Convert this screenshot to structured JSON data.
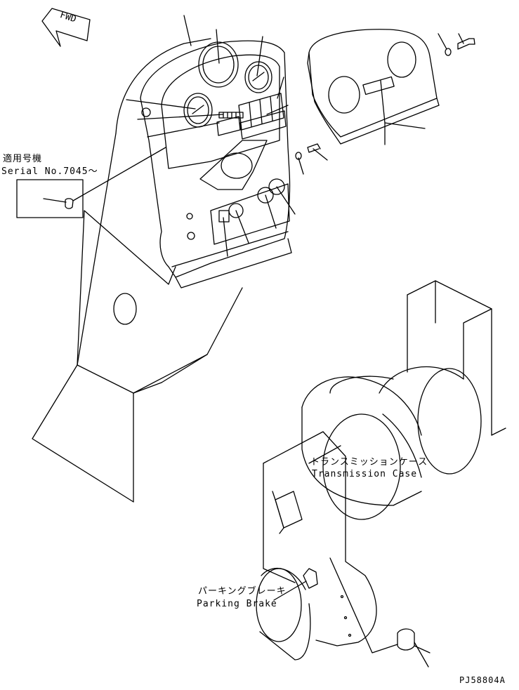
{
  "fwd_label": "FWD",
  "serial_box": {
    "line1": "適用号機",
    "line2": "Serial No.7045～"
  },
  "transmission_case": {
    "jp": "トランスミッションケース",
    "en": "Transmission Case"
  },
  "parking_brake": {
    "jp": "パーキングブレーキ",
    "en": "Parking Brake"
  },
  "drawing_code": "PJ58804A"
}
